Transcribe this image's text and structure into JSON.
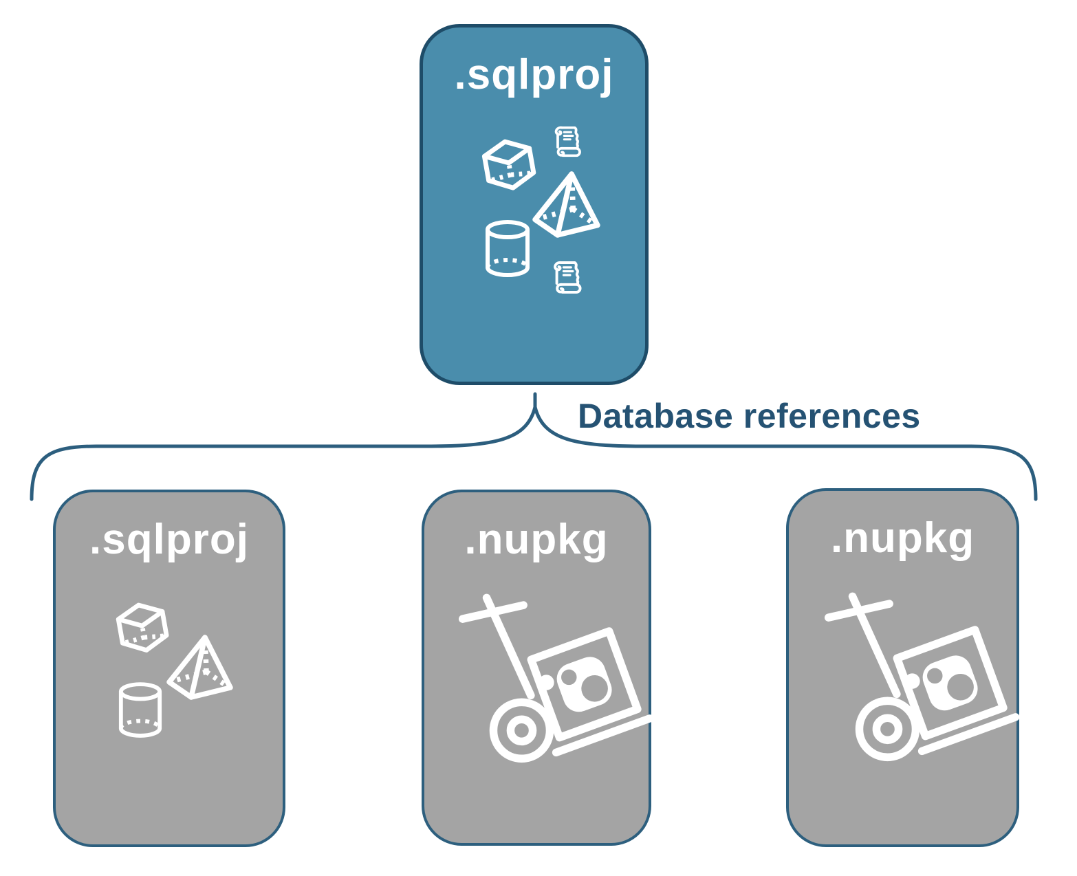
{
  "diagram": {
    "connector_label": "Database references",
    "top_card": {
      "label": ".sqlproj",
      "icons": [
        "scroll-icon",
        "cube-icon",
        "pyramid-icon",
        "cylinder-icon",
        "scroll-icon"
      ]
    },
    "bottom_cards": [
      {
        "label": ".sqlproj",
        "icons": [
          "cube-icon",
          "pyramid-icon",
          "cylinder-icon"
        ]
      },
      {
        "label": ".nupkg",
        "icons": [
          "hand-truck-nuget-package-icon"
        ]
      },
      {
        "label": ".nupkg",
        "icons": [
          "hand-truck-nuget-package-icon"
        ]
      }
    ],
    "colors": {
      "teal": "#4A8DAC",
      "navy_border": "#1E4C68",
      "gray": "#A4A4A4",
      "gray_border": "#2D5F7E",
      "accent_text": "#255273",
      "line_blue": "#2C5E7E",
      "icon_white": "#FFFFFF"
    }
  }
}
